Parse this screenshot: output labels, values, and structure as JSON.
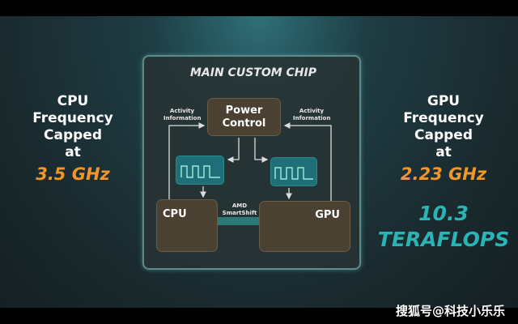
{
  "left": {
    "lines": [
      "CPU",
      "Frequency",
      "Capped",
      "at"
    ],
    "freq": "3.5 GHz"
  },
  "right": {
    "lines": [
      "GPU",
      "Frequency",
      "Capped",
      "at"
    ],
    "freq": "2.23 GHz",
    "tflops": "10.3",
    "tflops_unit": "TERAFLOPS"
  },
  "chip": {
    "title": "MAIN CUSTOM CHIP",
    "power": [
      "Power",
      "Control"
    ],
    "activity_left": [
      "Activity",
      "Information"
    ],
    "activity_right": [
      "Activity",
      "Information"
    ],
    "cpu": "CPU",
    "gpu": "GPU",
    "shift": [
      "AMD",
      "SmartShift"
    ]
  },
  "watermark": "搜狐号@科技小乐乐",
  "colors": {
    "accent_orange": "#f0962a",
    "accent_teal": "#2bb3b5"
  }
}
